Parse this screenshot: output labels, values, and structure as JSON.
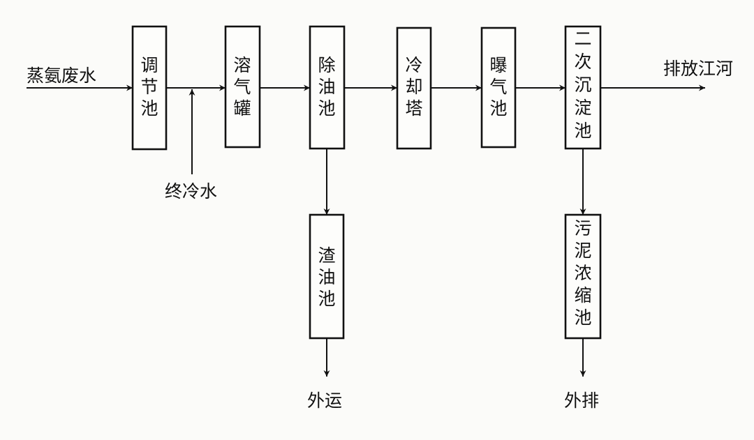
{
  "diagram": {
    "inputs": {
      "wastewater": "蒸氨废水",
      "final_cooling_water": "终冷水"
    },
    "nodes": {
      "regulating_tank": "调节池",
      "dissolved_air_tank": "溶气罐",
      "oil_removal_tank": "除油池",
      "cooling_tower": "冷却塔",
      "aeration_tank": "曝气池",
      "secondary_settling_tank": "二次沉淀池",
      "residue_oil_tank": "渣油池",
      "sludge_thickening_tank": "污泥浓缩池"
    },
    "outputs": {
      "discharge_river": "排放江河",
      "transport_out": "外运",
      "discharge_out": "外排"
    }
  }
}
